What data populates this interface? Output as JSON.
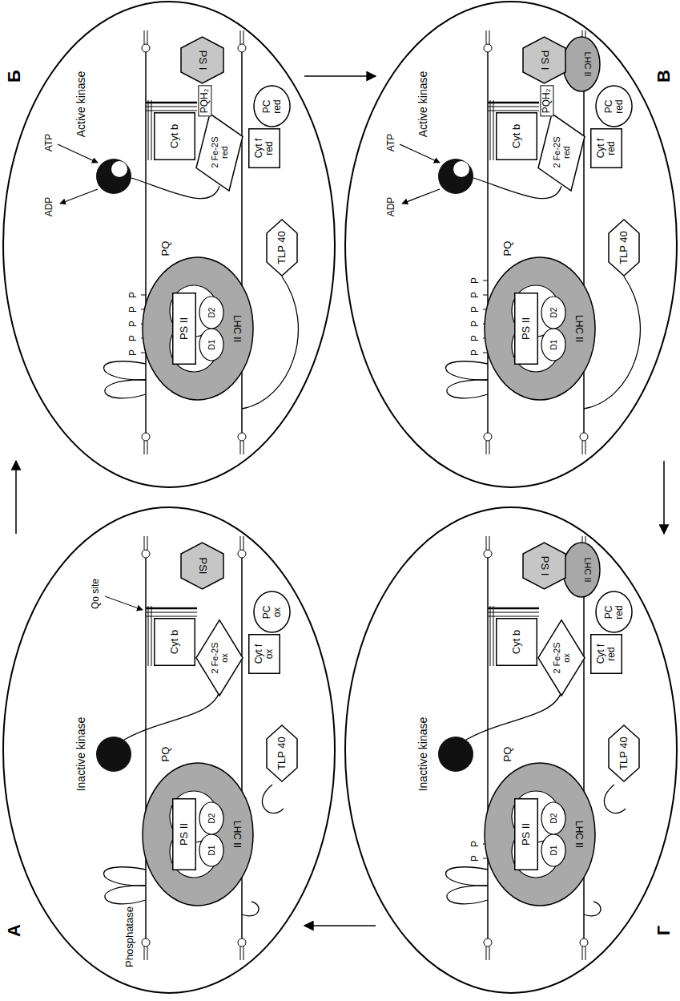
{
  "diagram": {
    "nodes": [
      {
        "text": [
          "А"
        ]
      },
      {
        "text": [
          "LHC II"
        ],
        "in": 0
      },
      {
        "text": [
          "PS II"
        ],
        "in": 1
      },
      {
        "text": [
          "Cyt b"
        ],
        "in": 0
      },
      {
        "text": [
          "2 Fe-2S ox"
        ],
        "in": 0
      },
      {
        "text": [
          "Cyt f ox"
        ],
        "in": 0
      },
      {
        "text": [
          "PC ox"
        ],
        "in": 0
      },
      {
        "text": [
          "PSI"
        ],
        "in": 0
      },
      {
        "text": [
          "TLP 40"
        ],
        "in": 0
      },
      {
        "text": [
          "Б"
        ]
      },
      {
        "text": [
          "LHC II"
        ],
        "in": 9
      },
      {
        "text": [
          "PS II"
        ],
        "in": 10
      },
      {
        "text": [
          "Cyt b"
        ],
        "in": 9
      },
      {
        "text": [
          "2 Fe-2S red"
        ],
        "in": 9
      },
      {
        "text": [
          "Cyt f red"
        ],
        "in": 9
      },
      {
        "text": [
          "PC red"
        ],
        "in": 9
      },
      {
        "text": [
          "PS I"
        ],
        "in": 9
      },
      {
        "text": [
          "TLP 40"
        ],
        "in": 9
      },
      {
        "text": [
          "В"
        ]
      },
      {
        "text": [
          "LHC II"
        ],
        "in": 18
      },
      {
        "text": [
          "PS II"
        ],
        "in": 19
      },
      {
        "text": [
          "Cyt b"
        ],
        "in": 18
      },
      {
        "text": [
          "2 Fe-2S red"
        ],
        "in": 18
      },
      {
        "text": [
          "Cyt f red"
        ],
        "in": 18
      },
      {
        "text": [
          "PC red"
        ],
        "in": 18
      },
      {
        "text": [
          "LHC II"
        ],
        "in": 18
      },
      {
        "text": [
          "PS I"
        ],
        "in": 18
      },
      {
        "text": [
          "TLP 40"
        ],
        "in": 18
      },
      {
        "text": [
          "Г"
        ]
      },
      {
        "text": [
          "LHC II"
        ],
        "in": 28
      },
      {
        "text": [
          "PS II"
        ],
        "in": 29
      },
      {
        "text": [
          "Cyt b"
        ],
        "in": 28
      },
      {
        "text": [
          "2 Fe-2S ox"
        ],
        "in": 28
      },
      {
        "text": [
          "Cyt f red"
        ],
        "in": 28
      },
      {
        "text": [
          "PC red"
        ],
        "in": 28
      },
      {
        "text": [
          "LHC II"
        ],
        "in": 28
      },
      {
        "text": [
          "PS I"
        ],
        "in": 28
      },
      {
        "text": [
          "TLP 40"
        ],
        "in": 28
      }
    ],
    "edges": [
      {
        "from": 0,
        "to": 9,
        "arrow": "to"
      },
      {
        "from": 9,
        "to": 18,
        "arrow": "to"
      },
      {
        "from": 18,
        "to": 28,
        "arrow": "to"
      },
      {
        "from": 28,
        "to": 0,
        "arrow": "to"
      }
    ],
    "labels": [
      "Phosphatase",
      "Inactive kinase",
      "PQ",
      "D1",
      "D2",
      "Qo site",
      "ADP",
      "ATP",
      "Active kinase",
      "P",
      "P",
      "P",
      "P",
      "P",
      "PQ",
      "D1",
      "D2",
      "PQH₂",
      "ADP",
      "ATP",
      "Active kinase",
      "P",
      "P",
      "P",
      "P",
      "P",
      "P",
      "PQ",
      "D1",
      "D2",
      "PQH₂",
      "Inactive kinase",
      "P",
      "P",
      "PQ",
      "D1",
      "D2"
    ]
  }
}
